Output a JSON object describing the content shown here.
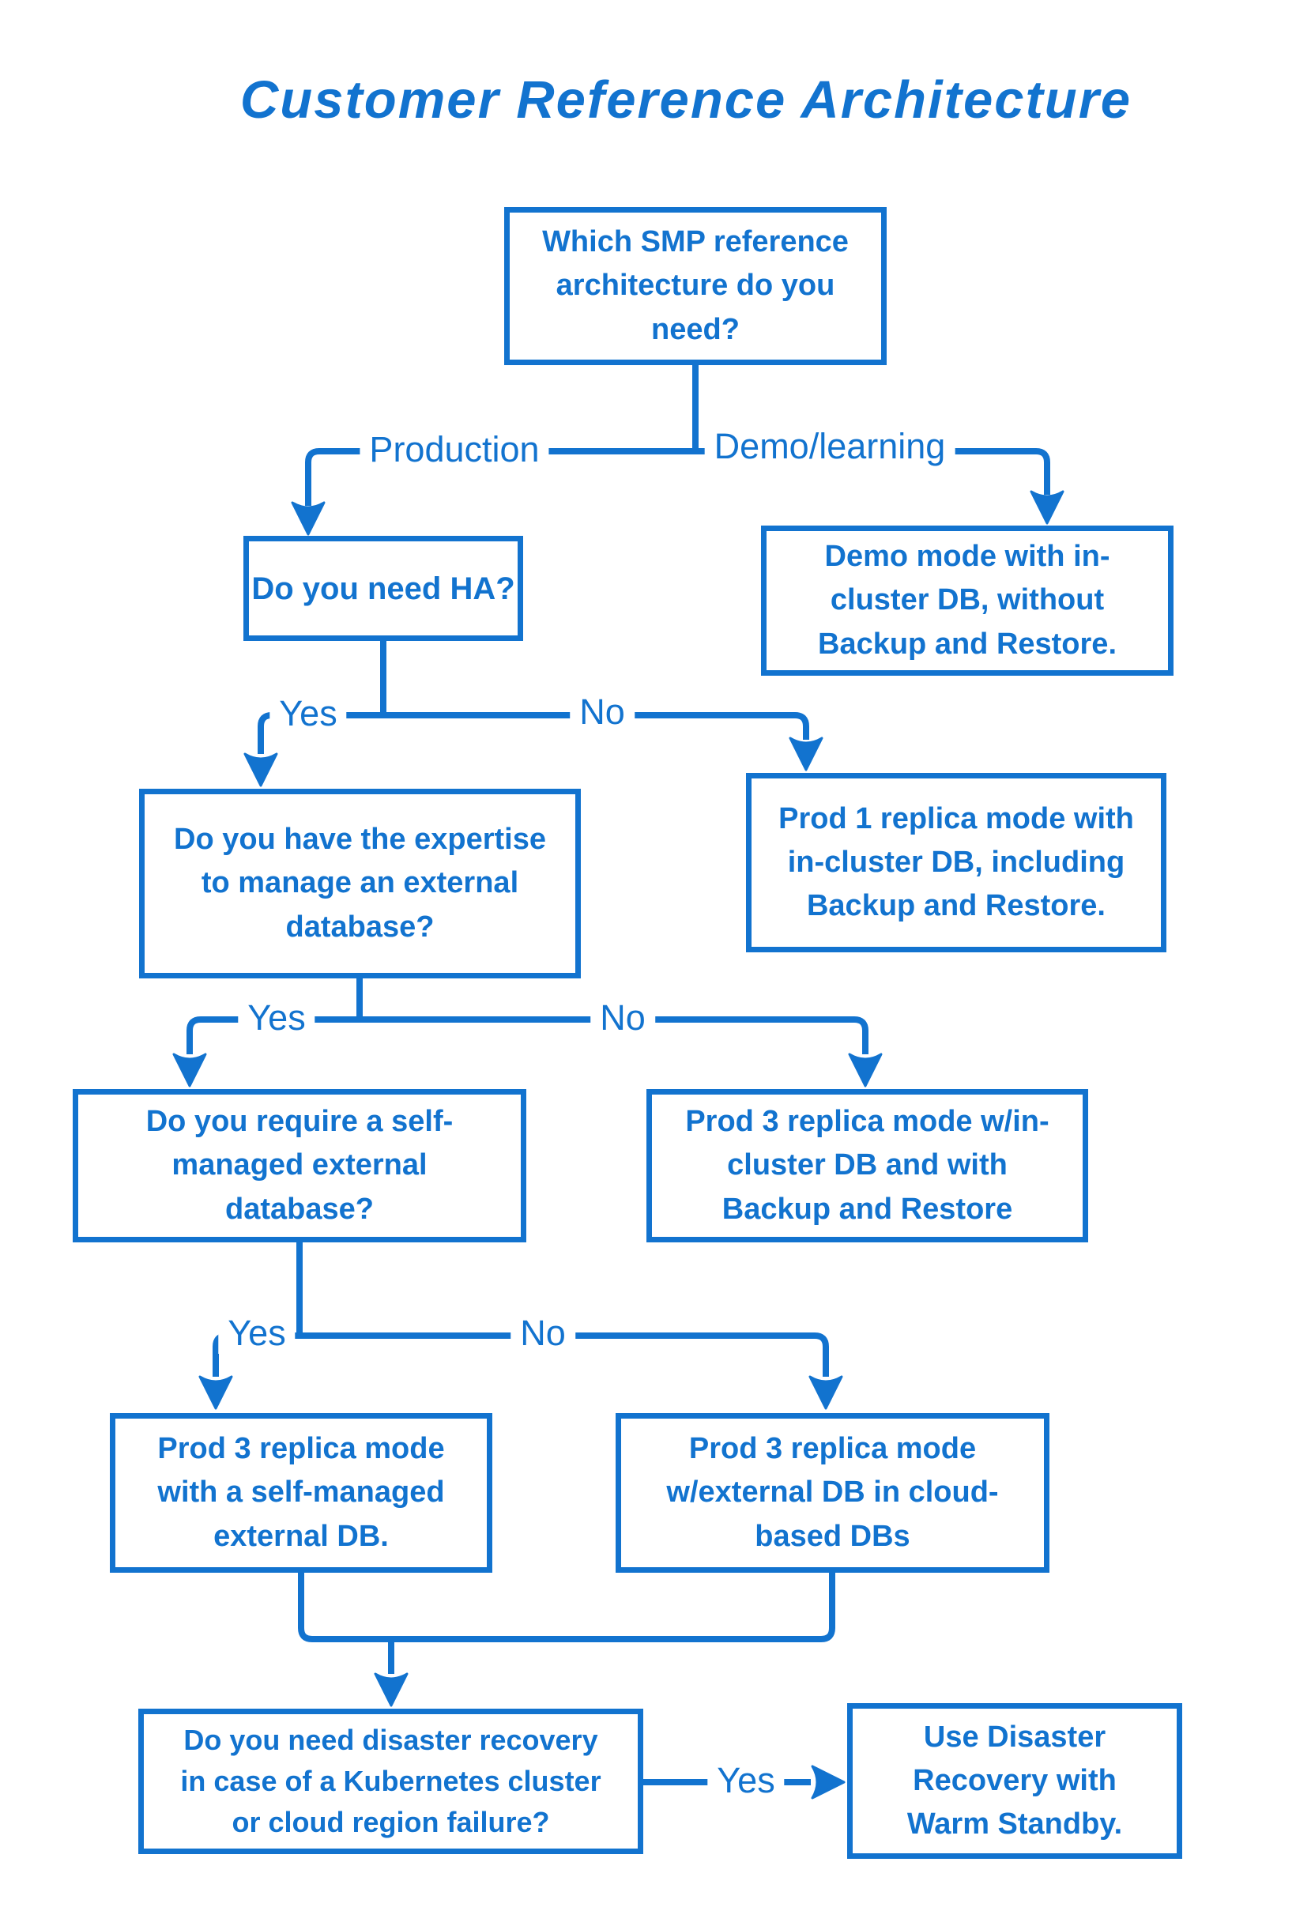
{
  "title": "Customer Reference Architecture",
  "colors": {
    "accent": "#1273cf",
    "background": "#ffffff"
  },
  "diagram": {
    "nodes": [
      {
        "id": "q-architecture",
        "type": "question",
        "text": "Which SMP reference\narchitecture do you\nneed?"
      },
      {
        "id": "q-ha",
        "type": "question",
        "text": "Do you need HA?"
      },
      {
        "id": "demo-mode",
        "type": "outcome",
        "text": "Demo mode with in-\ncluster DB, without\nBackup and Restore."
      },
      {
        "id": "q-expertise",
        "type": "question",
        "text": "Do you have the expertise\nto manage an external\ndatabase?"
      },
      {
        "id": "prod-1-replica",
        "type": "outcome",
        "text": "Prod 1 replica mode with\nin-cluster DB, including\nBackup and Restore."
      },
      {
        "id": "q-self-managed-db",
        "type": "question",
        "text": "Do you require a self-\nmanaged external\ndatabase?"
      },
      {
        "id": "prod-3-in-cluster",
        "type": "outcome",
        "text": "Prod 3 replica mode w/in-\ncluster DB and with\nBackup and Restore"
      },
      {
        "id": "prod-3-self-managed",
        "type": "outcome",
        "text": "Prod 3 replica mode\nwith a self-managed\nexternal DB."
      },
      {
        "id": "prod-3-cloud",
        "type": "outcome",
        "text": "Prod 3 replica mode\nw/external DB in cloud-\nbased DBs"
      },
      {
        "id": "q-disaster-recovery",
        "type": "question",
        "text": "Do you need disaster recovery\nin case of a Kubernetes cluster\nor cloud region failure?"
      },
      {
        "id": "warm-standby",
        "type": "outcome",
        "text": "Use Disaster\nRecovery with\nWarm Standby."
      }
    ],
    "edge_labels": {
      "production": "Production",
      "demo_learning": "Demo/learning",
      "yes": "Yes",
      "no": "No"
    }
  }
}
